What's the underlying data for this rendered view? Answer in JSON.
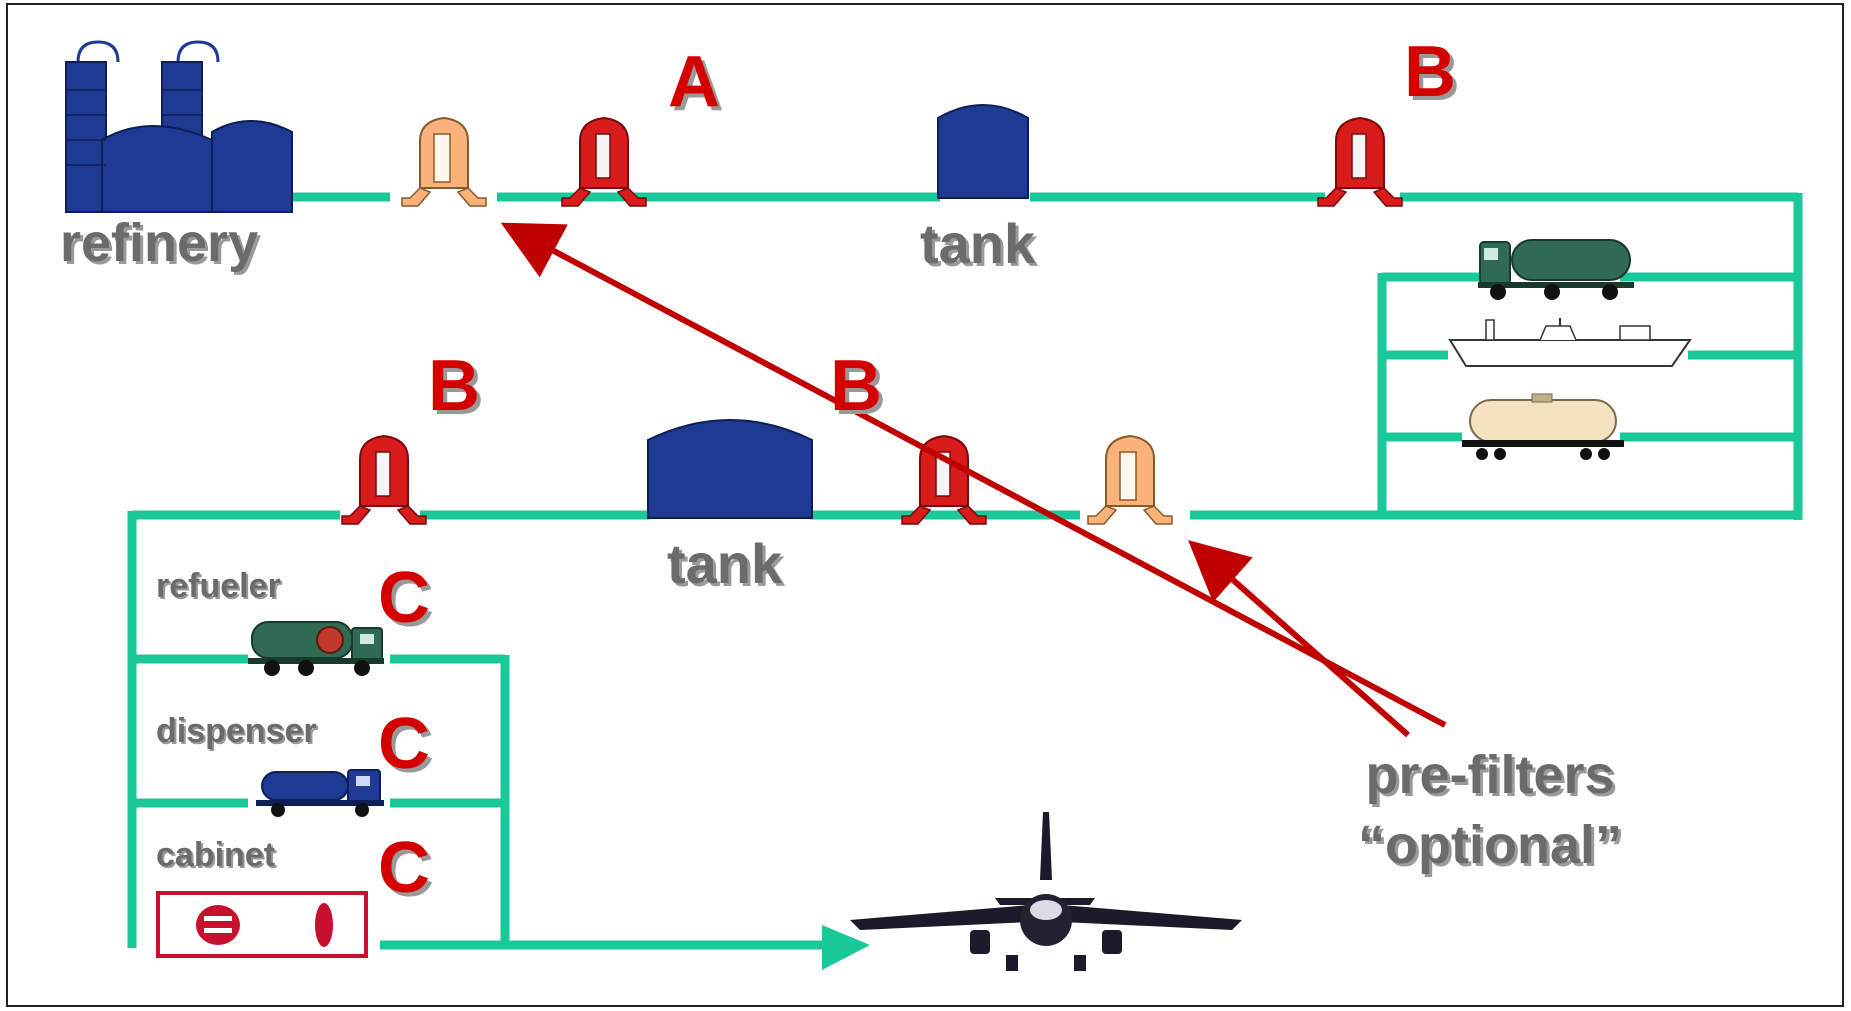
{
  "labels": {
    "refinery": "refinery",
    "tank_top": "tank",
    "tank_mid": "tank",
    "refueler": "refueler",
    "dispenser": "dispenser",
    "cabinet": "cabinet",
    "prefilters_line1": "pre-filters",
    "prefilters_line2": "“optional”"
  },
  "markers": {
    "a_top": "A",
    "b_top": "B",
    "b_mid_left": "B",
    "b_mid_right": "B",
    "c_refueler": "C",
    "c_dispenser": "C",
    "c_cabinet": "C"
  },
  "colors": {
    "pipe": "#19c99a",
    "arrow": "#c00000",
    "filter_red": "#d81b1b",
    "prefilter_orange": "#f8b27a",
    "tank_blue": "#1f3a93",
    "marker_red": "#d40000",
    "label_gray": "#6b6b6b"
  }
}
